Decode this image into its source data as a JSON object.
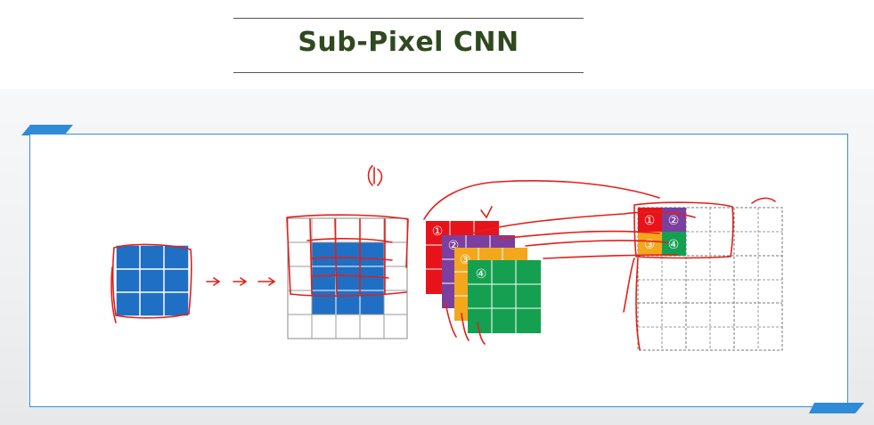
{
  "title": "Sub-Pixel CNN",
  "annotation": "(1)",
  "feature_maps": [
    {
      "label": "①",
      "color": "#e8131a"
    },
    {
      "label": "②",
      "color": "#7b3fa0"
    },
    {
      "label": "③",
      "color": "#f2a71c"
    },
    {
      "label": "④",
      "color": "#14a050"
    }
  ],
  "output_cells": [
    "①",
    "②",
    "③",
    "④"
  ],
  "colors": {
    "input_fill": "#1f6fc5",
    "panel_border": "#3a8fd8",
    "ink": "#e0201a",
    "title": "#2f4a1e"
  }
}
